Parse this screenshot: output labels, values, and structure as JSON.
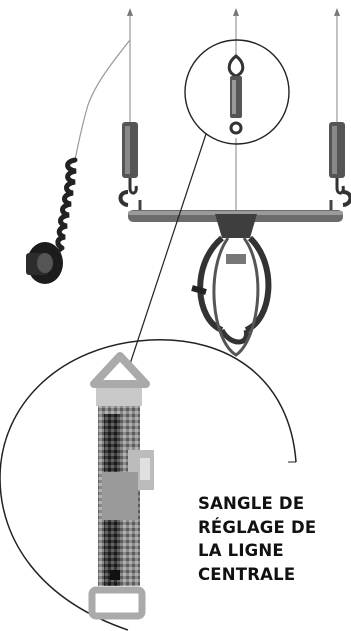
{
  "caption": {
    "lines": [
      "SANGLE DE",
      "RÉGLAGE DE",
      "LA LIGNE",
      "CENTRALE"
    ]
  }
}
